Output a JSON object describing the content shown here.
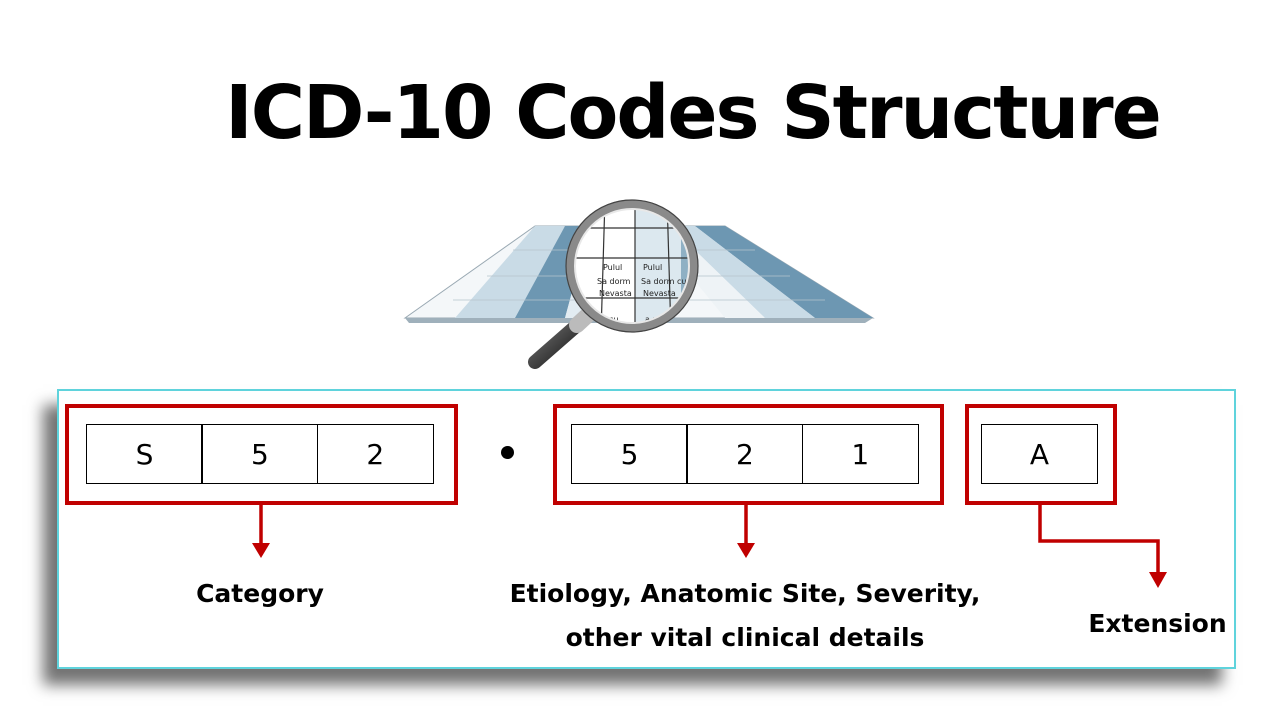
{
  "title": "ICD-10 Codes Structure",
  "groups": {
    "category": {
      "chars": [
        "S",
        "5",
        "2"
      ],
      "label": "Category"
    },
    "etiology": {
      "chars": [
        "5",
        "2",
        "1"
      ],
      "label_line1": "Etiology, Anatomic Site, Severity,",
      "label_line2": "other vital clinical details"
    },
    "extension": {
      "chars": [
        "A"
      ],
      "label": "Extension"
    }
  },
  "illustration": {
    "lens_words": [
      "Pulul",
      "Pulul",
      "Sa dorm",
      "Sa dorm cu",
      "Nevasta",
      "Nevasta",
      "cu",
      "a rare"
    ]
  },
  "colors": {
    "group_border": "#c00000",
    "panel_border": "#5fd3dc",
    "stripe_blue": "#6d97b2",
    "stripe_light": "#c9dbe6"
  }
}
